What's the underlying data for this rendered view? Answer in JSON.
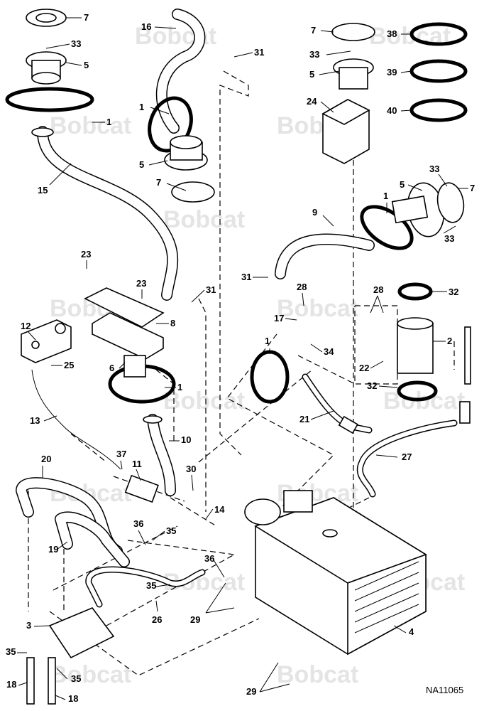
{
  "figure_code": "NA11065",
  "watermark": "Bobcat",
  "callouts": [
    {
      "id": "c7a",
      "label": "7"
    },
    {
      "id": "c33a",
      "label": "33"
    },
    {
      "id": "c5a",
      "label": "5"
    },
    {
      "id": "c1a",
      "label": "1"
    },
    {
      "id": "c15",
      "label": "15"
    },
    {
      "id": "c16",
      "label": "16"
    },
    {
      "id": "c31a",
      "label": "31"
    },
    {
      "id": "c1b",
      "label": "1"
    },
    {
      "id": "c5b",
      "label": "5"
    },
    {
      "id": "c7b",
      "label": "7"
    },
    {
      "id": "c7c",
      "label": "7"
    },
    {
      "id": "c33b",
      "label": "33"
    },
    {
      "id": "c5c",
      "label": "5"
    },
    {
      "id": "c24",
      "label": "24"
    },
    {
      "id": "c38",
      "label": "38"
    },
    {
      "id": "c39",
      "label": "39"
    },
    {
      "id": "c40",
      "label": "40"
    },
    {
      "id": "c33c",
      "label": "33"
    },
    {
      "id": "c5d",
      "label": "5"
    },
    {
      "id": "c7d",
      "label": "7"
    },
    {
      "id": "c1c",
      "label": "1"
    },
    {
      "id": "c33d",
      "label": "33"
    },
    {
      "id": "c9",
      "label": "9"
    },
    {
      "id": "c31b",
      "label": "31"
    },
    {
      "id": "c28a",
      "label": "28"
    },
    {
      "id": "c17",
      "label": "17"
    },
    {
      "id": "c1d",
      "label": "1"
    },
    {
      "id": "c34",
      "label": "34"
    },
    {
      "id": "c21",
      "label": "21"
    },
    {
      "id": "c28b",
      "label": "28"
    },
    {
      "id": "c32a",
      "label": "32"
    },
    {
      "id": "c2",
      "label": "2"
    },
    {
      "id": "c22",
      "label": "22"
    },
    {
      "id": "c32b",
      "label": "32"
    },
    {
      "id": "c27",
      "label": "27"
    },
    {
      "id": "c23a",
      "label": "23"
    },
    {
      "id": "c23b",
      "label": "23"
    },
    {
      "id": "c31c",
      "label": "31"
    },
    {
      "id": "c8",
      "label": "8"
    },
    {
      "id": "c12",
      "label": "12"
    },
    {
      "id": "c25",
      "label": "25"
    },
    {
      "id": "c6",
      "label": "6"
    },
    {
      "id": "c1e",
      "label": "1"
    },
    {
      "id": "c13",
      "label": "13"
    },
    {
      "id": "c10",
      "label": "10"
    },
    {
      "id": "c20",
      "label": "20"
    },
    {
      "id": "c37",
      "label": "37"
    },
    {
      "id": "c11",
      "label": "11"
    },
    {
      "id": "c30",
      "label": "30"
    },
    {
      "id": "c14",
      "label": "14"
    },
    {
      "id": "c36a",
      "label": "36"
    },
    {
      "id": "c35a",
      "label": "35"
    },
    {
      "id": "c19",
      "label": "19"
    },
    {
      "id": "c36b",
      "label": "36"
    },
    {
      "id": "c35b",
      "label": "35"
    },
    {
      "id": "c26",
      "label": "26"
    },
    {
      "id": "c29a",
      "label": "29"
    },
    {
      "id": "c3",
      "label": "3"
    },
    {
      "id": "c35c",
      "label": "35"
    },
    {
      "id": "c35d",
      "label": "35"
    },
    {
      "id": "c18a",
      "label": "18"
    },
    {
      "id": "c18b",
      "label": "18"
    },
    {
      "id": "c29b",
      "label": "29"
    },
    {
      "id": "c4",
      "label": "4"
    }
  ]
}
